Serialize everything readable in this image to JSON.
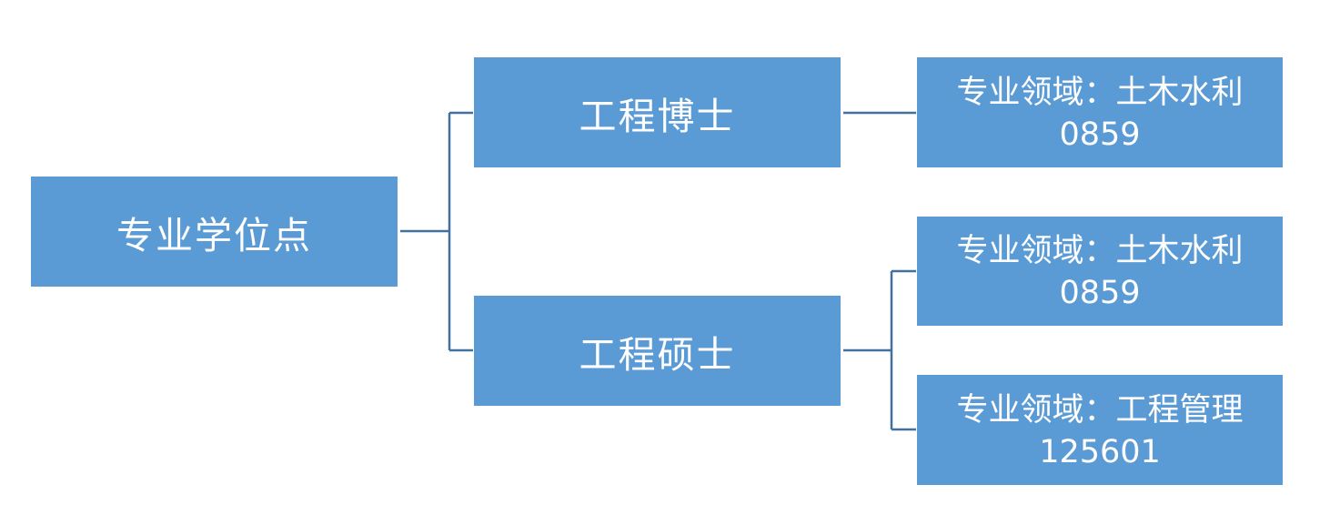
{
  "diagram": {
    "root": {
      "label": "专业学位点"
    },
    "branches": [
      {
        "label": "工程博士",
        "fields": [
          {
            "name": "专业领域：土木水利",
            "code": "0859"
          }
        ]
      },
      {
        "label": "工程硕士",
        "fields": [
          {
            "name": "专业领域：土木水利",
            "code": "0859"
          },
          {
            "name": "专业领域：工程管理",
            "code": "125601"
          }
        ]
      }
    ],
    "colors": {
      "box_fill": "#5b9bd5",
      "connector": "#41719c",
      "text": "#ffffff"
    }
  }
}
